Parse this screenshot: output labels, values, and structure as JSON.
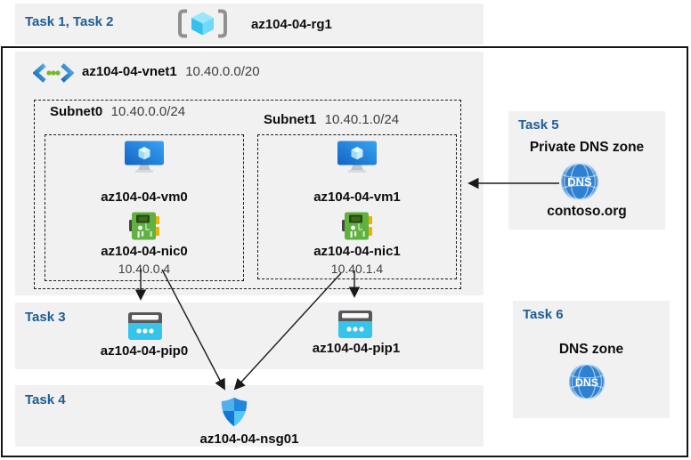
{
  "colors": {
    "band_bg": "#f1f1f2",
    "task_heading": "#1e5c94",
    "arrow_ink": "#1a1a1a",
    "muted_text": "#3f3f3f",
    "dns_blue": "#2e80d0"
  },
  "header": {
    "tasks_label": "Task 1, Task 2",
    "rg_name": "az104-04-rg1"
  },
  "vnet": {
    "name": "az104-04-vnet1",
    "cidr": "10.40.0.0/20"
  },
  "subnets": [
    {
      "name": "Subnet0",
      "cidr": "10.40.0.0/24",
      "vm_name": "az104-04-vm0",
      "nic_name": "az104-04-nic0",
      "nic_ip": "10.40.0.4"
    },
    {
      "name": "Subnet1",
      "cidr": "10.40.1.0/24",
      "vm_name": "az104-04-vm1",
      "nic_name": "az104-04-nic1",
      "nic_ip": "10.40.1.4"
    }
  ],
  "task3": {
    "label": "Task 3",
    "pip0_name": "az104-04-pip0",
    "pip1_name": "az104-04-pip1"
  },
  "task4": {
    "label": "Task 4",
    "nsg_name": "az104-04-nsg01"
  },
  "task5": {
    "label": "Task 5",
    "title": "Private DNS zone",
    "zone_name": "contoso.org",
    "dns_icon_text": "DNS"
  },
  "task6": {
    "label": "Task 6",
    "title": "DNS zone",
    "dns_icon_text": "DNS"
  }
}
